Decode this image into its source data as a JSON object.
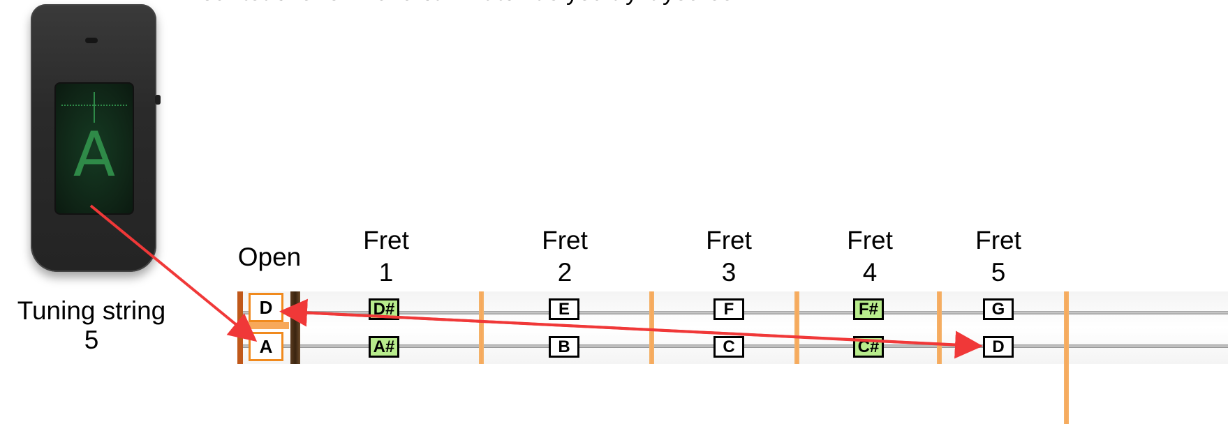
{
  "intro_text": "Your teacher or  friend can watch as you try it yourself.",
  "tuner": {
    "display_note": "A",
    "caption_line1": "Tuning string",
    "caption_line2": "5"
  },
  "headers": {
    "open": "Open",
    "fret1_word": "Fret",
    "fret1_num": "1",
    "fret2_word": "Fret",
    "fret2_num": "2",
    "fret3_word": "Fret",
    "fret3_num": "3",
    "fret4_word": "Fret",
    "fret4_num": "4",
    "fret5_word": "Fret",
    "fret5_num": "5"
  },
  "strings": {
    "top": {
      "open": "D",
      "frets": [
        "D#",
        "E",
        "F",
        "F#",
        "G"
      ]
    },
    "bottom": {
      "open": "A",
      "frets": [
        "A#",
        "B",
        "C",
        "C#",
        "D"
      ]
    }
  },
  "colors": {
    "arrow": "#f03838",
    "open_highlight": "#f08a1e",
    "sharp_note": "#b8ec8c",
    "fret_wire": "#f7a85a"
  }
}
